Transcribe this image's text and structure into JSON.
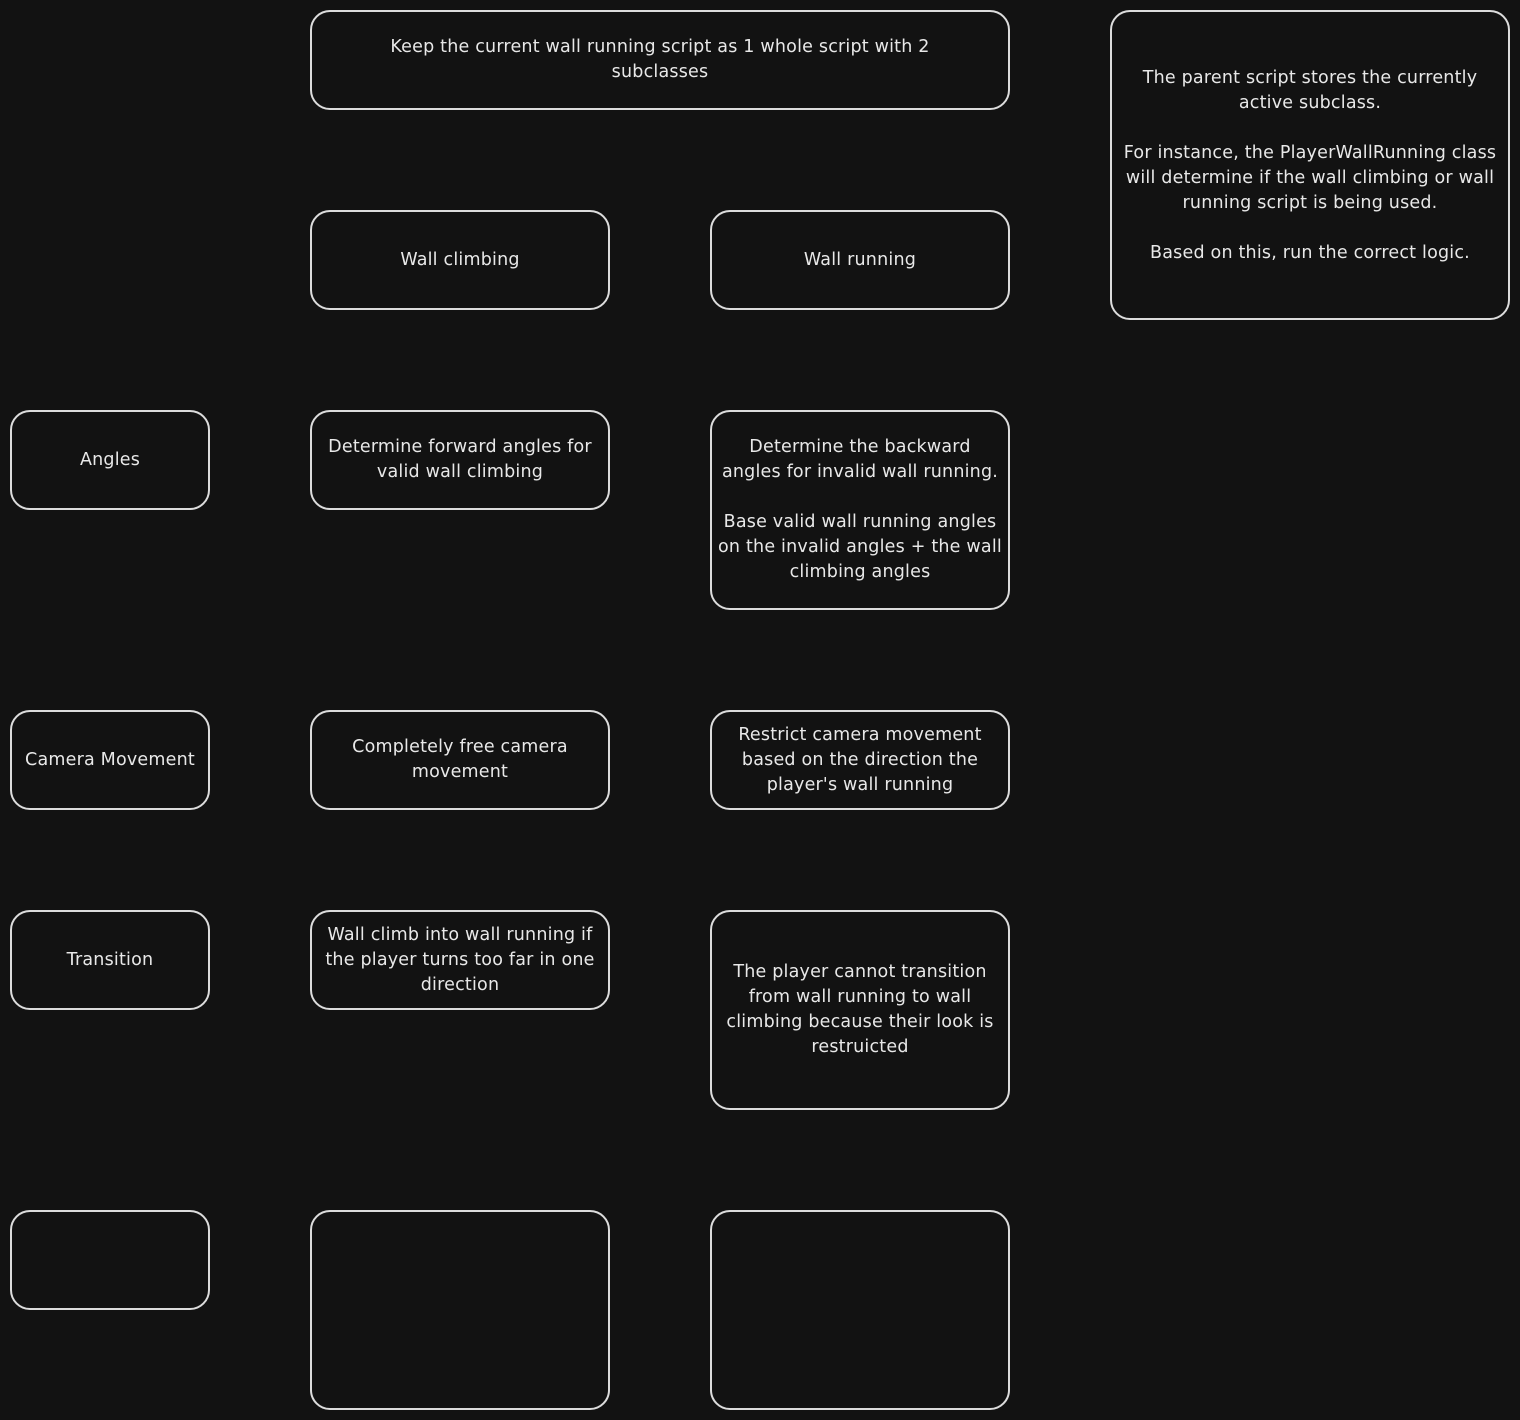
{
  "header": {
    "title": "Keep the current wall running script as 1 whole script with 2 subclasses"
  },
  "note": {
    "text": "The parent script stores the currently active subclass.\n\nFor instance, the PlayerWallRunning class will determine if the wall climbing or wall running script is being used.\n\nBased on this, run the correct logic."
  },
  "columns": {
    "wall_climbing": "Wall climbing",
    "wall_running": "Wall running"
  },
  "rows": {
    "angles": {
      "label": "Angles",
      "wall_climbing": "Determine forward angles for valid wall climbing",
      "wall_running": "Determine the backward angles for invalid wall running.\n\nBase valid wall running angles on the invalid angles + the wall climbing angles"
    },
    "camera": {
      "label": "Camera Movement",
      "wall_climbing": "Completely free camera movement",
      "wall_running": "Restrict camera movement based on the direction the player's wall running"
    },
    "transition": {
      "label": "Transition",
      "wall_climbing": "Wall climb into wall running if the player turns too far in one direction",
      "wall_running": "The player cannot transition from wall running to wall climbing because their look is restruicted"
    },
    "empty": {
      "label": "",
      "wall_climbing": "",
      "wall_running": ""
    }
  }
}
